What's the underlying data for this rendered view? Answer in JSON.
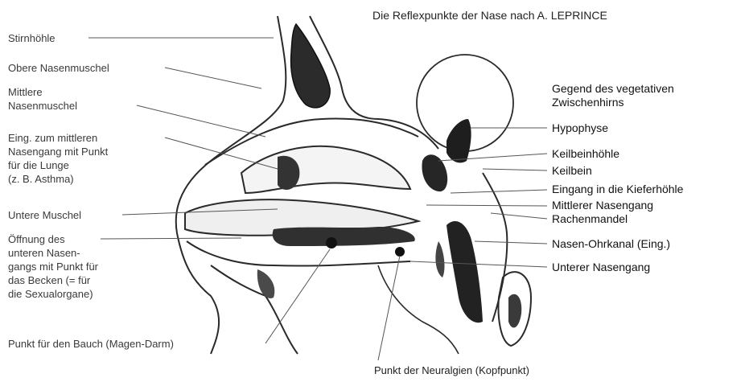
{
  "title": "Die Reflexpunkte der Nase nach A. LEPRINCE",
  "labels_left": [
    {
      "id": "stirnhoehle",
      "lines": [
        "Stirnhöhle"
      ]
    },
    {
      "id": "obere",
      "lines": [
        "Obere Nasenmuschel"
      ]
    },
    {
      "id": "mittlere",
      "lines": [
        "Mittlere",
        "Nasenmuschel"
      ]
    },
    {
      "id": "eingang-mittl",
      "lines": [
        "Eing. zum mittleren",
        "Nasengang mit Punkt",
        "für die Lunge",
        "(z. B. Asthma)"
      ]
    },
    {
      "id": "untere",
      "lines": [
        "Untere Muschel"
      ]
    },
    {
      "id": "oeffnung",
      "lines": [
        "Öffnung des",
        "unteren Nasen-",
        "gangs mit Punkt für",
        "das Becken (= für",
        "die Sexualorgane)"
      ]
    },
    {
      "id": "bauch",
      "lines": [
        "Punkt für den Bauch (Magen-Darm)"
      ]
    }
  ],
  "labels_right": [
    {
      "id": "gegend",
      "lines": [
        "Gegend des vegetativen",
        "Zwischenhirns"
      ]
    },
    {
      "id": "hypophyse",
      "lines": [
        "Hypophyse"
      ]
    },
    {
      "id": "keilbeinhoehle",
      "lines": [
        "Keilbeinhöhle"
      ]
    },
    {
      "id": "keilbein",
      "lines": [
        "Keilbein"
      ]
    },
    {
      "id": "eingang-kiefer",
      "lines": [
        "Eingang in die Kieferhöhle"
      ]
    },
    {
      "id": "mittl-gang",
      "lines": [
        "Mittlerer Nasengang"
      ]
    },
    {
      "id": "rachenmandel",
      "lines": [
        "Rachenmandel"
      ]
    },
    {
      "id": "ohrkanal",
      "lines": [
        "Nasen-Ohrkanal (Eing.)"
      ]
    },
    {
      "id": "unterer-gang",
      "lines": [
        "Unterer Nasengang"
      ]
    }
  ],
  "label_bottom": {
    "id": "neuralgien",
    "lines": [
      "Punkt der Neuralgien (Kopfpunkt)"
    ]
  }
}
